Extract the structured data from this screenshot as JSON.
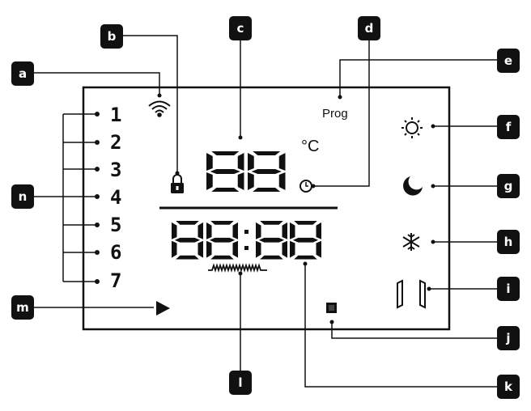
{
  "callouts": {
    "a": "a",
    "b": "b",
    "c": "c",
    "d": "d",
    "e": "e",
    "f": "f",
    "g": "g",
    "h": "h",
    "i": "i",
    "j": "j",
    "k": "k",
    "l": "l",
    "m": "m",
    "n": "n"
  },
  "display": {
    "prog_label": "Prog",
    "unit_label": "°C",
    "day_numbers": [
      "1",
      "2",
      "3",
      "4",
      "5",
      "6",
      "7"
    ],
    "temperature_digits": "88",
    "time_digits": "88:88"
  },
  "icons": {
    "a": "wifi-icon",
    "b": "lock-icon",
    "d": "clock-icon",
    "f": "sun-icon",
    "g": "moon-icon",
    "h": "snowflake-icon",
    "i": "window-icon",
    "j": "square-indicator-icon",
    "l": "heating-element-icon",
    "m": "play-arrow-icon"
  },
  "colors": {
    "ink": "#111111",
    "background": "#ffffff"
  }
}
